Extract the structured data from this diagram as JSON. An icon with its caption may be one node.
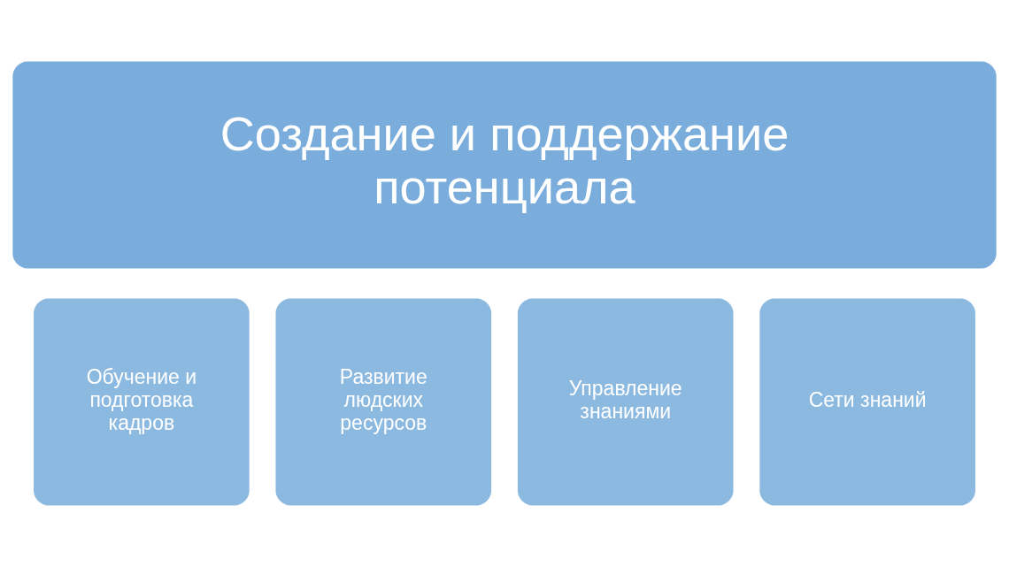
{
  "diagram": {
    "nodes": [
      {
        "text": [
          "Создание и поддержание потенциала"
        ]
      },
      {
        "text": [
          "Обучение и подготовка кадров"
        ]
      },
      {
        "text": [
          "Развитие людских ресурсов"
        ]
      },
      {
        "text": [
          "Управление знаниями"
        ]
      },
      {
        "text": [
          "Сети знаний"
        ]
      }
    ],
    "edges": []
  }
}
